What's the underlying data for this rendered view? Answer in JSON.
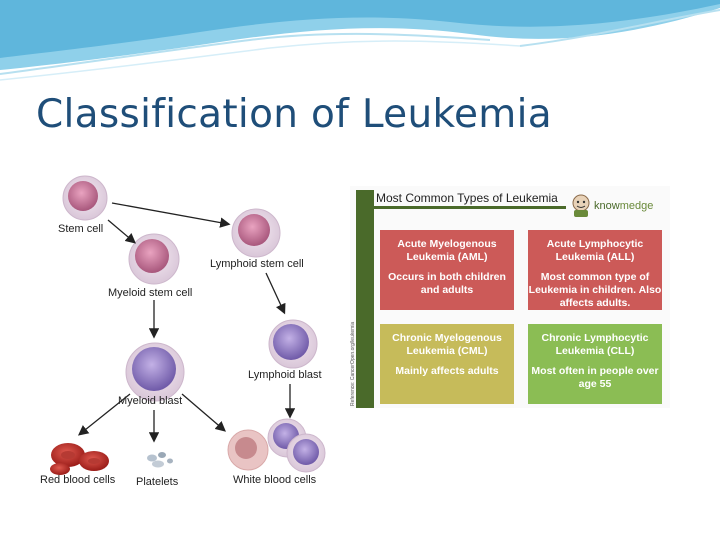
{
  "slide": {
    "title": "Classification of Leukemia"
  },
  "diagram": {
    "labels": {
      "stem_cell": "Stem cell",
      "lymphoid_stem_cell": "Lymphoid stem cell",
      "myeloid_stem_cell": "Myeloid stem cell",
      "lymphoid_blast": "Lymphoid blast",
      "myeloid_blast": "Myeloid blast",
      "red_blood_cells": "Red blood cells",
      "platelets": "Platelets",
      "white_blood_cells": "White blood cells"
    }
  },
  "chart": {
    "title": "Most Common Types of Leukemia",
    "brand_know": "know",
    "brand_medge": "medge",
    "credit": "Reference: CancerOpen.org/leukemia",
    "boxes": {
      "aml": {
        "name": "Acute Myelogenous Leukemia (AML)",
        "desc": "Occurs in both children and adults"
      },
      "all": {
        "name": "Acute Lymphocytic Leukemia (ALL)",
        "desc": "Most common type of Leukemia in children. Also affects adults."
      },
      "cml": {
        "name": "Chronic Myelogenous Leukemia (CML)",
        "desc": "Mainly affects adults"
      },
      "cll": {
        "name": "Chronic Lymphocytic Leukemia (CLL)",
        "desc": "Most often in people over age 55"
      }
    }
  },
  "colors": {
    "title": "#1f4e79",
    "acute_box": "#cc5a58",
    "cml_box": "#c6bb5a",
    "cll_box": "#8bbd54",
    "chart_accent": "#4a6a2a",
    "wave": "#7cc4e4"
  }
}
